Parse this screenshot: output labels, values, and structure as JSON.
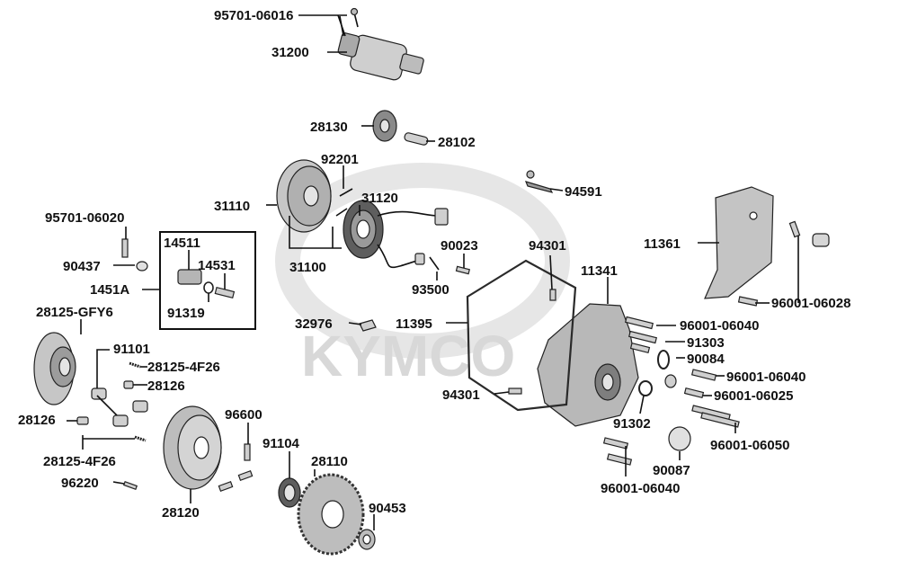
{
  "watermark": {
    "text": "KYMCO",
    "color": "#d8d8d8"
  },
  "colors": {
    "line": "#111111",
    "part_fill": "#bdbdbd",
    "part_dark": "#6e6e6e",
    "part_light": "#e4e4e4"
  },
  "labels": {
    "p95701_06016": "95701-06016",
    "p31200": "31200",
    "p28130": "28130",
    "p28102": "28102",
    "p92201": "92201",
    "p94591": "94591",
    "p31110": "31110",
    "p31120": "31120",
    "p95701_06020": "95701-06020",
    "p14511": "14511",
    "p14531": "14531",
    "p90437": "90437",
    "p1451A": "1451A",
    "p91319": "91319",
    "p31100": "31100",
    "p90023": "90023",
    "p94301a": "94301",
    "p93500": "93500",
    "p11341": "11341",
    "p11361": "11361",
    "p96001_06028": "96001-06028",
    "p28125_GFY6": "28125-GFY6",
    "p32976": "32976",
    "p11395": "11395",
    "p96001_06040a": "96001-06040",
    "p91303": "91303",
    "p91101": "91101",
    "p28125_4F26a": "28125-4F26",
    "p90084": "90084",
    "p28126a": "28126",
    "p96001_06040b": "96001-06040",
    "p94301b": "94301",
    "p96001_06025": "96001-06025",
    "p28126b": "28126",
    "p96600": "96600",
    "p91302": "91302",
    "p96001_06050": "96001-06050",
    "p91104": "91104",
    "p28110": "28110",
    "p28125_4F26b": "28125-4F26",
    "p90087": "90087",
    "p96220": "96220",
    "p96001_06040c": "96001-06040",
    "p90453": "90453",
    "p28120": "28120"
  }
}
